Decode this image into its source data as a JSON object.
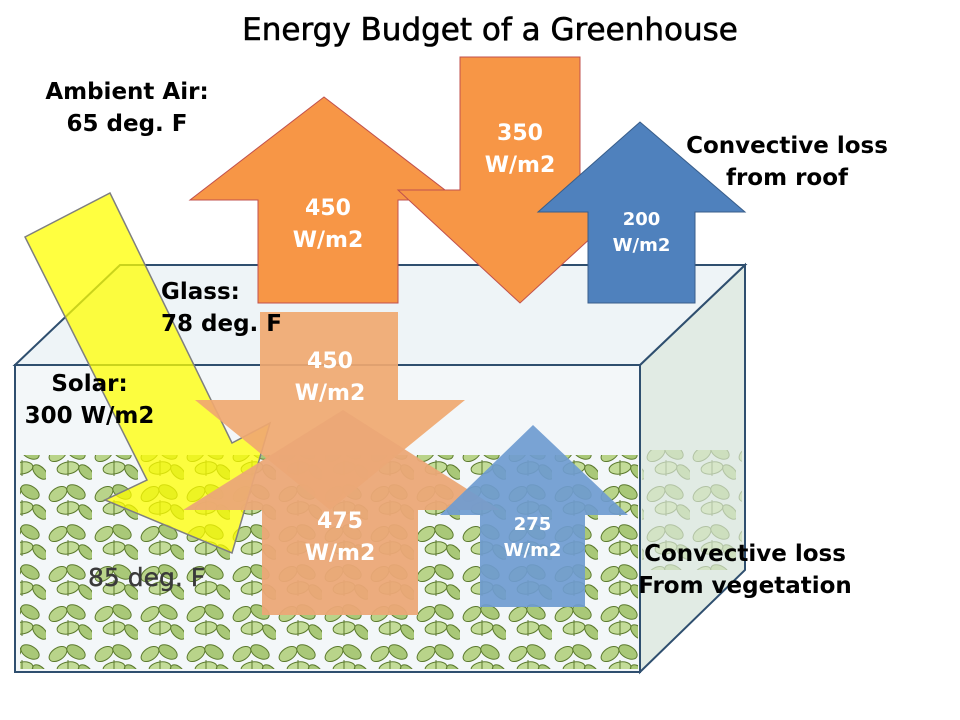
{
  "title": "Energy Budget of a Greenhouse",
  "ambient": {
    "line1": "Ambient Air:",
    "line2": "65 deg. F"
  },
  "glass": {
    "line1": "Glass:",
    "line2": "78 deg. F"
  },
  "solar": {
    "line1": "Solar:",
    "line2": "300 W/m2"
  },
  "interior_temp": "85 deg. F",
  "roof_loss": {
    "line1": "Convective loss",
    "line2": "from roof"
  },
  "veg_loss": {
    "line1": "Convective loss",
    "line2": "From vegetation"
  },
  "arrows": {
    "up_glass_top": {
      "value": "450",
      "unit": "W/m2"
    },
    "down_atmosphere": {
      "value": "350",
      "unit": "W/m2"
    },
    "roof_convective": {
      "value": "200",
      "unit": "W/m2"
    },
    "glass_down": {
      "value": "450",
      "unit": "W/m2"
    },
    "plants_up": {
      "value": "475",
      "unit": "W/m2"
    },
    "veg_convective": {
      "value": "275",
      "unit": "W/m2"
    }
  },
  "colors": {
    "orange": "#f79646",
    "orange_light": "#f0a870",
    "blue": "#4f81bd",
    "blue_light": "#6f9bd0",
    "yellow": "#ffff00",
    "glass_fill": "#eef4f7",
    "glass_edge": "#2f4f6f",
    "leaf": "#9bbb59"
  }
}
